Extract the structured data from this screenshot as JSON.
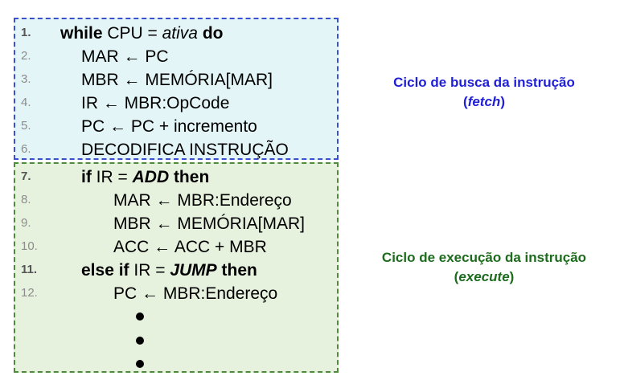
{
  "fetch_cycle": {
    "lines": [
      {
        "num": "1.",
        "parts": [
          {
            "t": "while",
            "s": "b"
          },
          {
            "t": " CPU = ",
            "s": ""
          },
          {
            "t": "ativa",
            "s": "i"
          },
          {
            "t": " do",
            "s": "b"
          }
        ]
      },
      {
        "num": "2.",
        "parts": [
          {
            "t": "MAR ← PC",
            "s": ""
          }
        ]
      },
      {
        "num": "3.",
        "parts": [
          {
            "t": "MBR ← MEMÓRIA[MAR]",
            "s": ""
          }
        ]
      },
      {
        "num": "4.",
        "parts": [
          {
            "t": "IR ← MBR:OpCode",
            "s": ""
          }
        ]
      },
      {
        "num": "5.",
        "parts": [
          {
            "t": "PC ← PC + incremento",
            "s": ""
          }
        ]
      },
      {
        "num": "6.",
        "parts": [
          {
            "t": "DECODIFICA INSTRUÇÃO",
            "s": ""
          }
        ]
      }
    ],
    "label_line1": "Ciclo de busca da instrução",
    "label_open": "(",
    "label_term": "fetch",
    "label_close": ")",
    "color": "#1f1fd6"
  },
  "execute_cycle": {
    "lines": [
      {
        "num": "7.",
        "parts": [
          {
            "t": "if",
            "s": "b"
          },
          {
            "t": " IR = ",
            "s": ""
          },
          {
            "t": "ADD",
            "s": "bi"
          },
          {
            "t": " then",
            "s": "b"
          }
        ]
      },
      {
        "num": "8.",
        "parts": [
          {
            "t": "MAR ← MBR:Endereço",
            "s": ""
          }
        ]
      },
      {
        "num": "9.",
        "parts": [
          {
            "t": "MBR ← MEMÓRIA[MAR]",
            "s": ""
          }
        ]
      },
      {
        "num": "10.",
        "parts": [
          {
            "t": "ACC ← ACC + MBR",
            "s": ""
          }
        ]
      },
      {
        "num": "11.",
        "parts": [
          {
            "t": "else if",
            "s": "b"
          },
          {
            "t": " IR = ",
            "s": ""
          },
          {
            "t": "JUMP",
            "s": "bi"
          },
          {
            "t": " then",
            "s": "b"
          }
        ]
      },
      {
        "num": "12.",
        "parts": [
          {
            "t": "PC ← MBR:Endereço",
            "s": ""
          }
        ]
      }
    ],
    "label_line1": "Ciclo de execução da instrução",
    "label_open": "(",
    "label_term": "execute",
    "label_close": ")",
    "color": "#1d6b1d"
  }
}
